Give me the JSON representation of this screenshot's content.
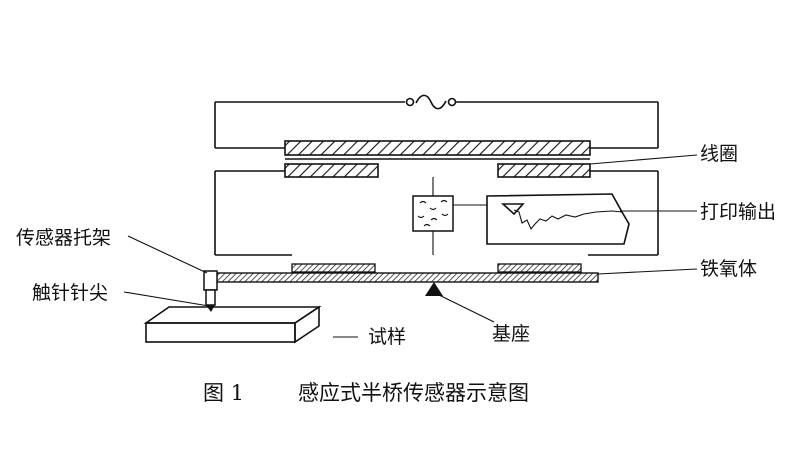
{
  "labels": {
    "coil": "线圈",
    "print_output": "打印输出",
    "sensor_holder": "传感器托架",
    "stylus_tip": "触针针尖",
    "ferrite": "铁氧体",
    "specimen": "试样",
    "base": "基座"
  },
  "caption": {
    "number": "图 1",
    "title": "感应式半桥传感器示意图"
  },
  "symbols": {
    "ac_source": "~"
  }
}
